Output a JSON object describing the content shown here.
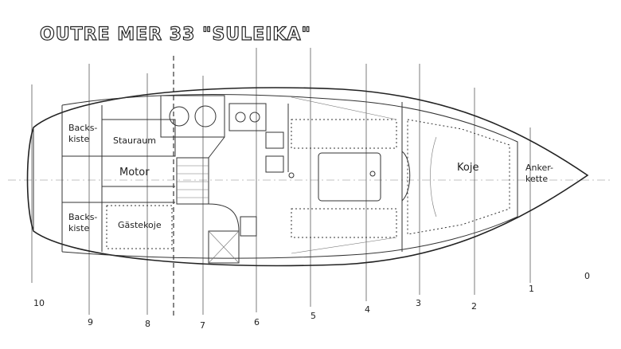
{
  "title": "OUTRE MER 33 \"SULEIKA\"",
  "compartments": {
    "backskiste_top": [
      "Backs-",
      "kiste"
    ],
    "backskiste_bottom": [
      "Backs-",
      "kiste"
    ],
    "stauraum": "Stauraum",
    "motor": "Motor",
    "gaestekoje": "Gästekoje",
    "koje": "Koje",
    "ankerkette": [
      "Anker-",
      "kette"
    ]
  },
  "stations": [
    "10",
    "9",
    "8",
    "7",
    "6",
    "5",
    "4",
    "3",
    "2",
    "1",
    "0"
  ]
}
